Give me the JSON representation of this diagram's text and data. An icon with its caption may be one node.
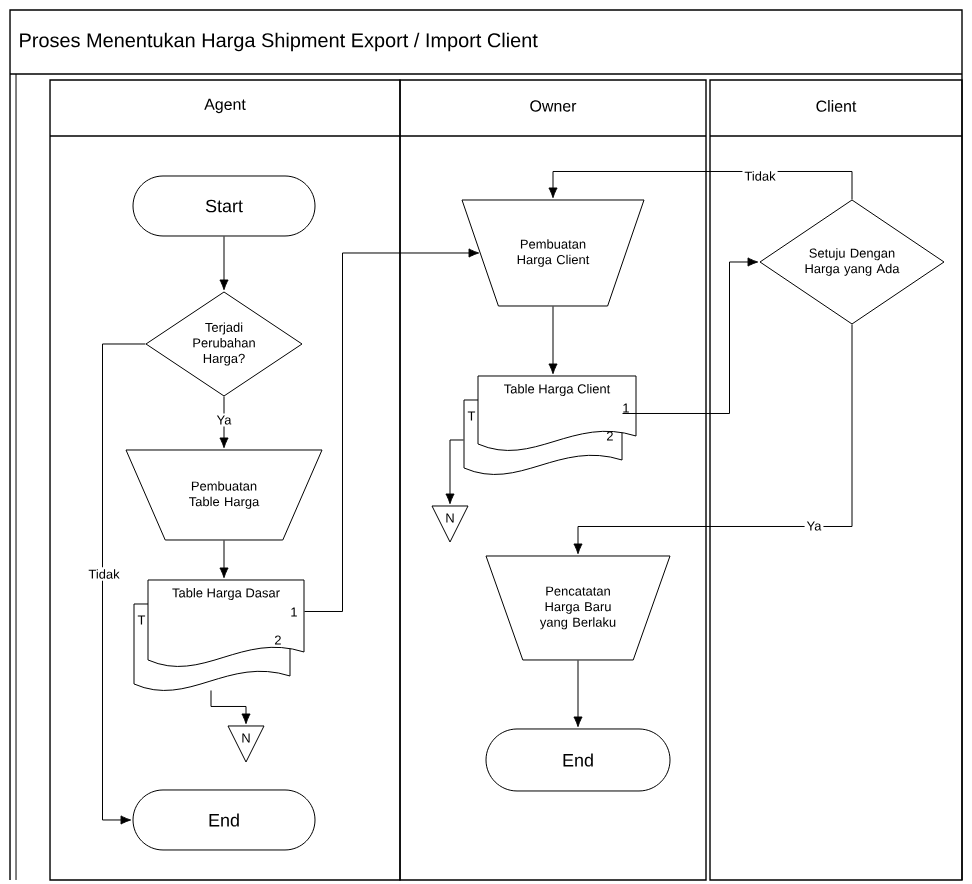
{
  "diagram": {
    "title": "Proses Menentukan Harga Shipment Export / Import Client",
    "nodes": [
      {
        "text": [
          "Agent"
        ]
      },
      {
        "text": [
          "Owner"
        ]
      },
      {
        "text": [
          "Client"
        ]
      },
      {
        "text": [
          "Start"
        ],
        "in": 0
      },
      {
        "text": [
          "Terjadi Perubahan Harga?"
        ],
        "in": 0
      },
      {
        "text": [
          "Pembuatan Table Harga"
        ],
        "in": 0
      },
      {
        "text": [
          "Table Harga Dasar",
          "1",
          "2",
          "T"
        ],
        "in": 0
      },
      {
        "text": [
          "N"
        ],
        "in": 0
      },
      {
        "text": [
          "End"
        ],
        "in": 0
      },
      {
        "text": [
          "Pembuatan Harga Client"
        ],
        "in": 1
      },
      {
        "text": [
          "Table Harga Client",
          "1",
          "2",
          "T"
        ],
        "in": 1
      },
      {
        "text": [
          "N"
        ],
        "in": 1
      },
      {
        "text": [
          "Setuju Dengan Harga yang Ada"
        ],
        "in": 2
      },
      {
        "text": [
          "Pencatatan Harga Baru yang Berlaku"
        ],
        "in": 1
      },
      {
        "text": [
          "End"
        ],
        "in": 1
      }
    ],
    "edges": [
      {
        "from": 3,
        "to": 4,
        "arrow": "to"
      },
      {
        "from": 4,
        "to": 5,
        "arrow": "to",
        "label": "Ya"
      },
      {
        "from": 4,
        "to": 8,
        "arrow": "to",
        "label": "Tidak"
      },
      {
        "from": 5,
        "to": 6,
        "arrow": "to"
      },
      {
        "from": 6,
        "to": 7,
        "arrow": "to"
      },
      {
        "from": 6,
        "to": 9,
        "arrow": "to"
      },
      {
        "from": 9,
        "to": 10,
        "arrow": "to"
      },
      {
        "from": 10,
        "to": 11,
        "arrow": "to"
      },
      {
        "from": 10,
        "to": 12,
        "arrow": "to"
      },
      {
        "from": 12,
        "to": 9,
        "arrow": "to",
        "label": "Tidak"
      },
      {
        "from": 12,
        "to": 13,
        "arrow": "to",
        "label": "Ya"
      },
      {
        "from": 13,
        "to": 14,
        "arrow": "to"
      }
    ]
  }
}
